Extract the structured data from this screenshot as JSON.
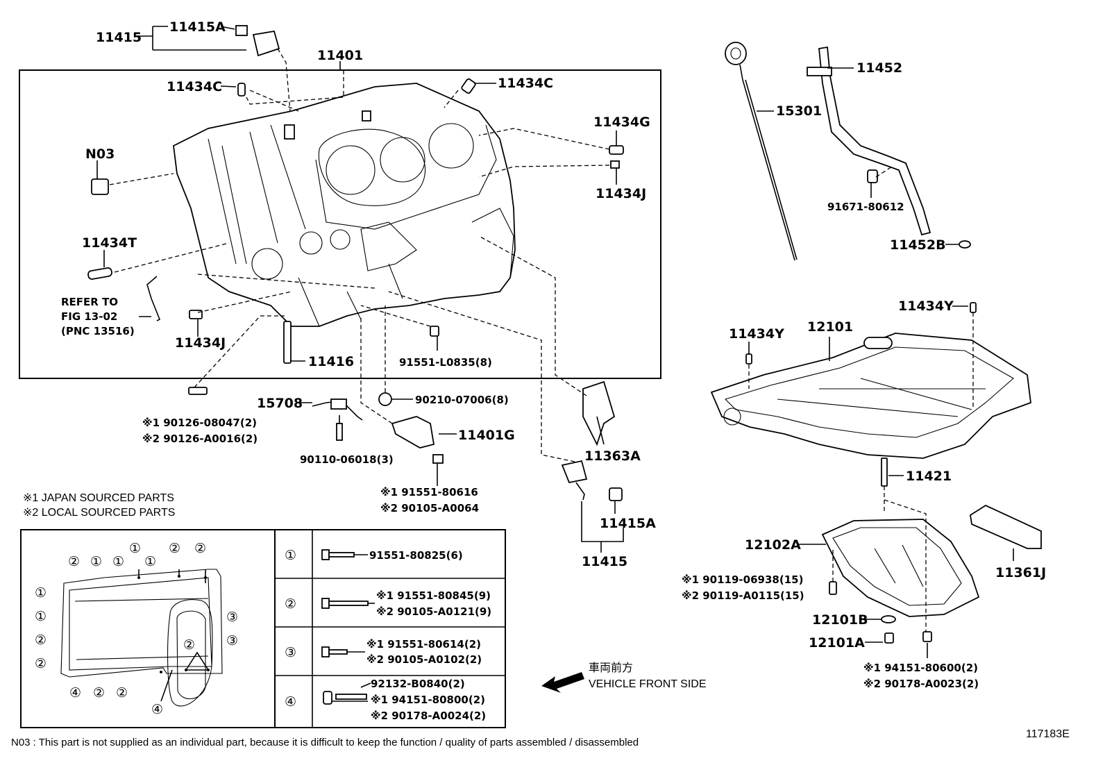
{
  "labels": {
    "p11415_top": "11415",
    "p11415A_top": "11415A",
    "p11401": "11401",
    "p11434C_left": "11434C",
    "p11434C_right": "11434C",
    "pN03": "N03",
    "p11434G": "11434G",
    "p11434J_right": "11434J",
    "p11434T": "11434T",
    "refer1": "REFER TO",
    "refer2": "FIG 13-02",
    "refer3": "(PNC 13516)",
    "p11434J_left": "11434J",
    "p11416": "11416",
    "p91551L0835": "91551-L0835(8)",
    "p90210": "90210-07006(8)",
    "p15708": "15708",
    "p90126a": "※1 90126-08047(2)",
    "p90126b": "※2 90126-A0016(2)",
    "p11401G": "11401G",
    "p90110": "90110-06018(3)",
    "p91551_80616": "※1 91551-80616",
    "p90105_A0064": "※2 90105-A0064",
    "p11363A": "11363A",
    "p11415A_low": "11415A",
    "p11415_low": "11415",
    "p11452": "11452",
    "p15301": "15301",
    "p91671": "91671-80612",
    "p11452B": "11452B",
    "p11434Y_right": "11434Y",
    "p11434Y_left": "11434Y",
    "p12101": "12101",
    "p11421": "11421",
    "p12102A": "12102A",
    "p90119a": "※1 90119-06938(15)",
    "p90119b": "※2 90119-A0115(15)",
    "p11361J": "11361J",
    "p12101B": "12101B",
    "p12101A": "12101A",
    "p94151a": "※1 94151-80600(2)",
    "p90178b": "※2 90178-A0023(2)",
    "src1": "※1 JAPAN SOURCED PARTS",
    "src2": "※2 LOCAL SOURCED PARTS",
    "front_jp": "車両前方",
    "front_en": "VEHICLE FRONT SIDE",
    "footnote": "N03 : This part is not supplied as an individual part, because it is difficult to keep the function / quality of parts  assembled / disassembled",
    "figid": "117183E"
  },
  "markers": {
    "m1": "①",
    "m2": "②",
    "m3": "③",
    "m4": "④"
  },
  "table": {
    "r1": [
      "91551-80825(6)"
    ],
    "r2": [
      "※1 91551-80845(9)",
      "※2 90105-A0121(9)"
    ],
    "r3": [
      "※1 91551-80614(2)",
      "※2 90105-A0102(2)"
    ],
    "r4": [
      "92132-B0840(2)",
      "※1 94151-80800(2)",
      "※2 90178-A0024(2)"
    ]
  },
  "icons": {
    "front_arrow": "left-arrow-icon"
  }
}
